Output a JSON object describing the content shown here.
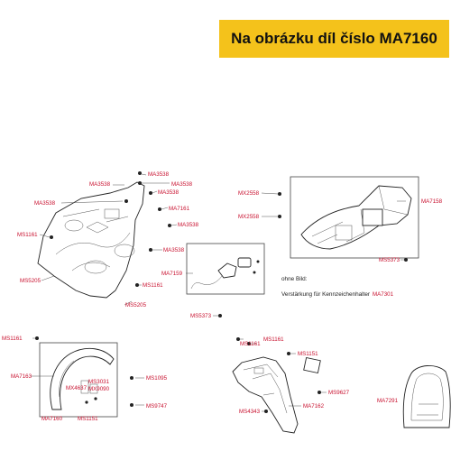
{
  "header": {
    "title": "Na obrázku díl číslo MA7160",
    "highlight_color": "#f4c21b"
  },
  "label_color": "#c8102e",
  "labels": {
    "ma3538_a": "MA3538",
    "ma3538_b": "MA3538",
    "ma3538_c": "MA3538",
    "ma3538_d": "MA3538",
    "ma3538_e": "MA3538",
    "ma3538_f": "MA3538",
    "ma3538_g": "MA3538",
    "ma7161": "MA7161",
    "ms1161_a": "MS1161",
    "ms5205_a": "MS5205",
    "ms1161_b": "MS1161",
    "ms5205_b": "MS5205",
    "mx2558_a": "MX2558",
    "mx2558_b": "MX2558",
    "ma7158": "MA7158",
    "ms5373_a": "MS5373",
    "ma7159": "MA7159",
    "ms5373_b": "MS5373",
    "ms1161_c": "MS1161",
    "ma7163": "MA7163",
    "ms3031": "MS3031",
    "ms1095": "MS1095",
    "mx4637": "MX4637",
    "mx9090": "MX9090",
    "ma7160": "MA7160",
    "ms1151_a": "MS1151",
    "ms9747": "MS9747",
    "ms1161_d": "MS1161",
    "ms1161_e": "MS1161",
    "ms1151_b": "MS1151",
    "ms9627": "MS9627",
    "ms4343": "MS4343",
    "ma7162": "MA7162",
    "ma7291": "MA7291",
    "ma7301": "MA7301"
  },
  "notes": {
    "ohne_bild": "ohne Bild:",
    "verstarkung": "Verstärkung für Kennzeichenhalter"
  }
}
